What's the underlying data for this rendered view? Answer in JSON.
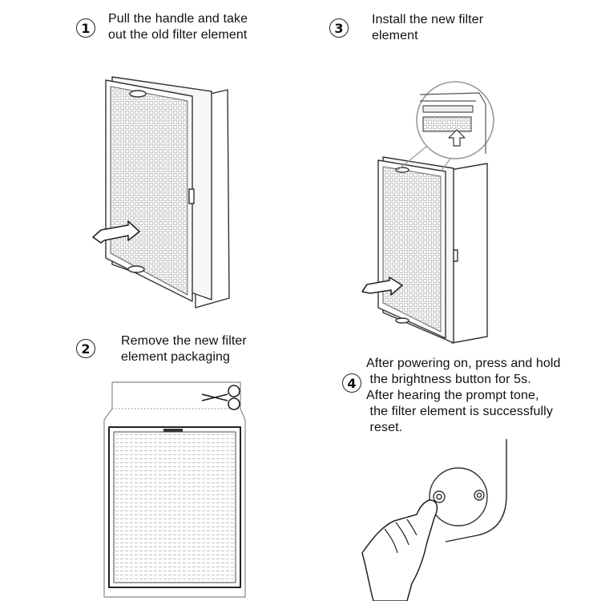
{
  "steps": [
    {
      "number": "1",
      "lines": [
        "Pull the handle and take",
        "out the old filter element"
      ]
    },
    {
      "number": "2",
      "lines": [
        "Remove the new filter",
        "element packaging"
      ]
    },
    {
      "number": "3",
      "lines": [
        "Install the new filter",
        "element"
      ]
    },
    {
      "number": "4",
      "lines": [
        "After powering on, press and hold",
        " the brightness button for 5s.",
        "After hearing the prompt tone,",
        " the filter element is successfully",
        " reset."
      ]
    }
  ],
  "illustrations": {
    "step1": "filter-removal-illustration",
    "step2": "scissors-cutting-packaging-illustration",
    "step3": "filter-installation-illustration",
    "step4": "finger-pressing-button-illustration"
  }
}
